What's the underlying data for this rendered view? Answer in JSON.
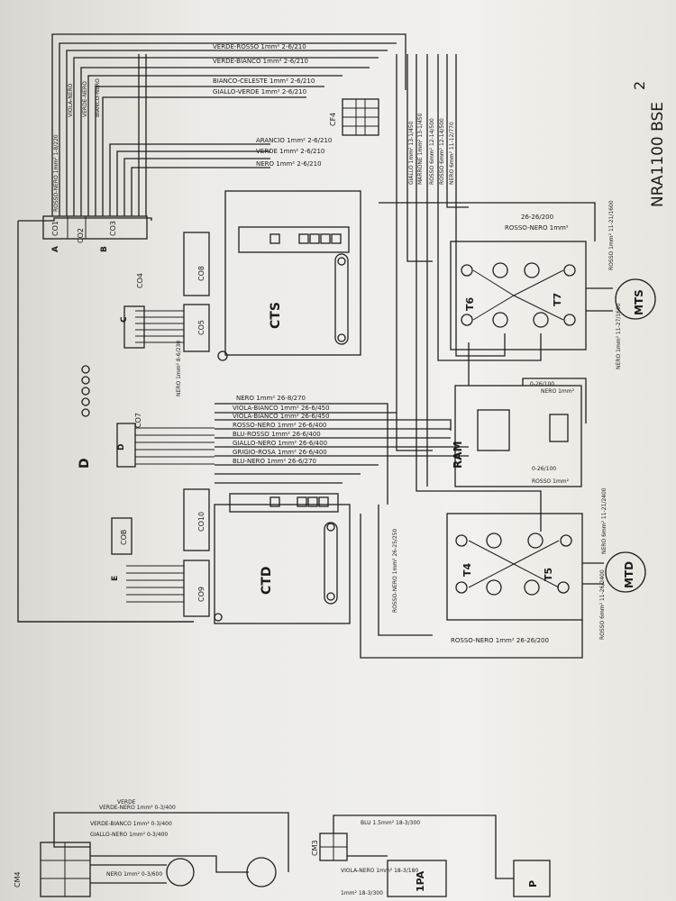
{
  "page_number": "2",
  "model": "NRA1100 BSE",
  "blocks": {
    "ctd": "CTD",
    "cts": "CTS",
    "d": "D",
    "ram": "RAM",
    "mts": "MTS",
    "mtd": "MTD",
    "t4": "T4",
    "t5": "T5",
    "t6": "T6",
    "t7": "T7",
    "cf4": "CF4",
    "cm3": "CM3",
    "cm4": "CM4",
    "pa": "1PA",
    "p": "P"
  },
  "connectors": {
    "co1": "CO1",
    "co2": "CO2",
    "co3": "CO3",
    "co4": "CO4",
    "co5": "CO5",
    "co7": "CO7",
    "co8": "CO8",
    "co9": "CO9",
    "co10": "CO10",
    "cob": "COB",
    "a": "A",
    "b": "B",
    "c": "C",
    "d": "D",
    "e": "E"
  },
  "wires_top": [
    "VERDE-ROSSO 1mm² 2-6/210",
    "VERDE-BIANCO 1mm² 2-6/210",
    "BIANCO-CELESTE 1mm² 2-6/210",
    "GIALLO-VERDE 1mm² 2-6/210",
    "ARANCIO 1mm² 2-6/210",
    "VERDE 1mm² 2-6/210",
    "NERO 1mm² 2-6/210"
  ],
  "wires_left": [
    "ROSSO-NERO 1mm² 1-8/220",
    "VIOLA-NERO",
    "VERDE-NERO",
    "BIANCO-NERO"
  ],
  "wires_power": [
    "GIALLO 1mm² 13-1/450",
    "MARRONE 1mm² 13-1/450",
    "ROSSO 6mm² 12-14/500",
    "ROSSO 6mm² 12-14/500",
    "NERO 6mm² 11-12/770"
  ],
  "wires_mid": [
    "NERO 1mm² 26-8/270",
    "VIOLA-BIANCO 1mm² 26-6/450",
    "VIOLA-BIANCO 1mm² 26-6/450",
    "ROSSO-NERO 1mm² 26-6/400",
    "BLU-ROSSO 1mm² 26-6/400",
    "GIALLO-NERO 1mm² 26-6/400",
    "GRIGIO-ROSA 1mm² 26-6/400",
    "BLU-NERO 1mm² 26-6/270",
    "NERO 1mm² 8-6/230"
  ],
  "wire_ram": [
    "NERO 1mm²",
    "0-26/100",
    "0-26/100",
    "ROSSO 1mm²"
  ],
  "wire_rosso_nero_top": [
    "ROSSO-NERO 1mm²",
    "26-26/200"
  ],
  "wire_rosso_nero_bottom": "ROSSO-NERO 1mm² 26-26/200",
  "wire_vertical": "ROSSO-NERO 1mm² 26-25/250",
  "motor_ts_labels": [
    "ROSSO 1mm² 11-21/1600",
    "NERO 1mm² 11-27/1600"
  ],
  "motor_td_labels": [
    "NERO 6mm² 11-21/2400",
    "ROSSO 6mm² 11-26/2400"
  ],
  "bottom_wires_cm4": [
    "VERDE-NERO 1mm² 0-3/400",
    "VERDE-BIANCO 1mm² 0-3/400",
    "GIALLO-NERO 1mm² 0-3/400",
    "NERO 1mm² 0-3/600",
    "VERDE"
  ],
  "bottom_wires_cm3": [
    "BLU 1.5mm² 18-3/300",
    "VIOLA-NERO 1mm² 18-3/180",
    "1mm² 18-3/300"
  ]
}
